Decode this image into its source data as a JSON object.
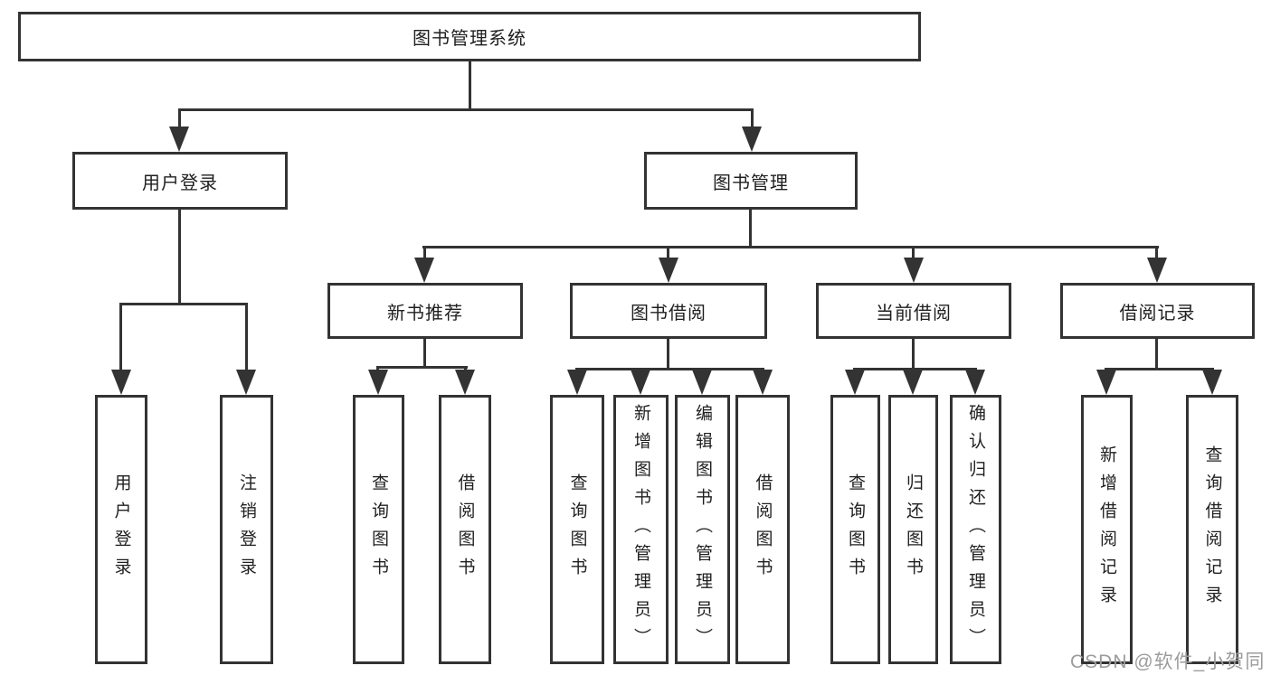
{
  "diagram": {
    "root": {
      "label": "图书管理系统",
      "children": [
        {
          "label": "用户登录",
          "children": [
            {
              "label": "用户登录"
            },
            {
              "label": "注销登录"
            }
          ]
        },
        {
          "label": "图书管理",
          "children": [
            {
              "label": "新书推荐",
              "children": [
                {
                  "label": "查询图书"
                },
                {
                  "label": "借阅图书"
                }
              ]
            },
            {
              "label": "图书借阅",
              "children": [
                {
                  "label": "查询图书"
                },
                {
                  "label": "新增图书（管理员）"
                },
                {
                  "label": "编辑图书（管理员）"
                },
                {
                  "label": "借阅图书"
                }
              ]
            },
            {
              "label": "当前借阅",
              "children": [
                {
                  "label": "查询图书"
                },
                {
                  "label": "归还图书"
                },
                {
                  "label": "确认归还（管理员）"
                }
              ]
            },
            {
              "label": "借阅记录",
              "children": [
                {
                  "label": "新增借阅记录"
                },
                {
                  "label": "查询借阅记录"
                }
              ]
            }
          ]
        }
      ]
    }
  },
  "watermark": {
    "text": "CSDN @软件_小贺同学"
  },
  "colors": {
    "line": "#333333",
    "text": "#1f1f1f",
    "watermark": "#9c9c9c",
    "background": "#ffffff"
  }
}
